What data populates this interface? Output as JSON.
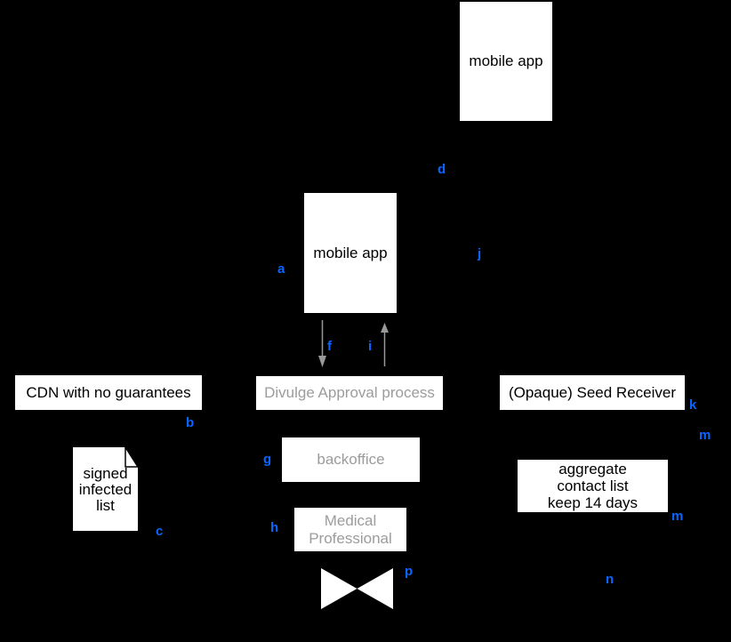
{
  "diagram": {
    "background_color": "#000000",
    "node_fill_color": "#ffffff",
    "node_text_color": "#000000",
    "muted_text_color": "#9c9c9c",
    "edge_label_color": "#0866ff",
    "arrow_color": "#999999",
    "nodes": {
      "mobile_app_top": {
        "label": "mobile app"
      },
      "mobile_app_center": {
        "label": "mobile app"
      },
      "cdn": {
        "label": "CDN with no guarantees"
      },
      "divulge": {
        "label": "Divulge Approval process"
      },
      "seed_receiver": {
        "label": "(Opaque) Seed Receiver"
      },
      "signed_list": {
        "lines": [
          "signed",
          "infected",
          "list"
        ]
      },
      "backoffice": {
        "label": "backoffice"
      },
      "medical": {
        "lines": [
          "Medical",
          "Professional"
        ]
      },
      "aggregate": {
        "lines": [
          "aggregate",
          "contact list",
          "keep 14 days"
        ]
      }
    },
    "edge_labels": {
      "a": "a",
      "b": "b",
      "c": "c",
      "d": "d",
      "f": "f",
      "g": "g",
      "h": "h",
      "i": "i",
      "j": "j",
      "k": "k",
      "m1": "m",
      "m2": "m",
      "n": "n",
      "p": "p"
    }
  }
}
